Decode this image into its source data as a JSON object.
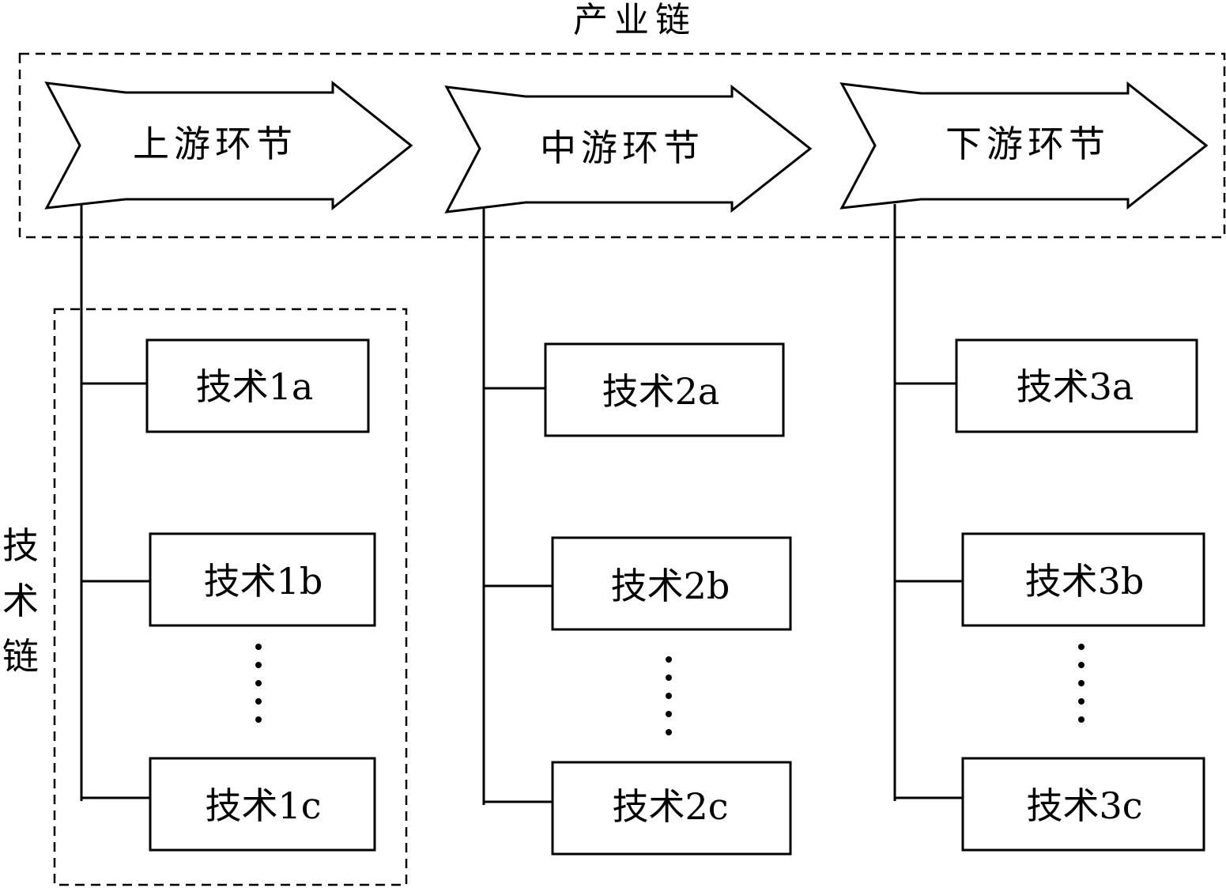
{
  "industry_chain_label": "产业链",
  "tech_chain_label": [
    "技",
    "术",
    "链"
  ],
  "stages": [
    {
      "label": "上游环节",
      "techs": [
        "技术1a",
        "技术1b",
        "技术1c"
      ]
    },
    {
      "label": "中游环节",
      "techs": [
        "技术2a",
        "技术2b",
        "技术2c"
      ]
    },
    {
      "label": "下游环节",
      "techs": [
        "技术3a",
        "技术3b",
        "技术3c"
      ]
    }
  ],
  "ellipsis": "⋮"
}
